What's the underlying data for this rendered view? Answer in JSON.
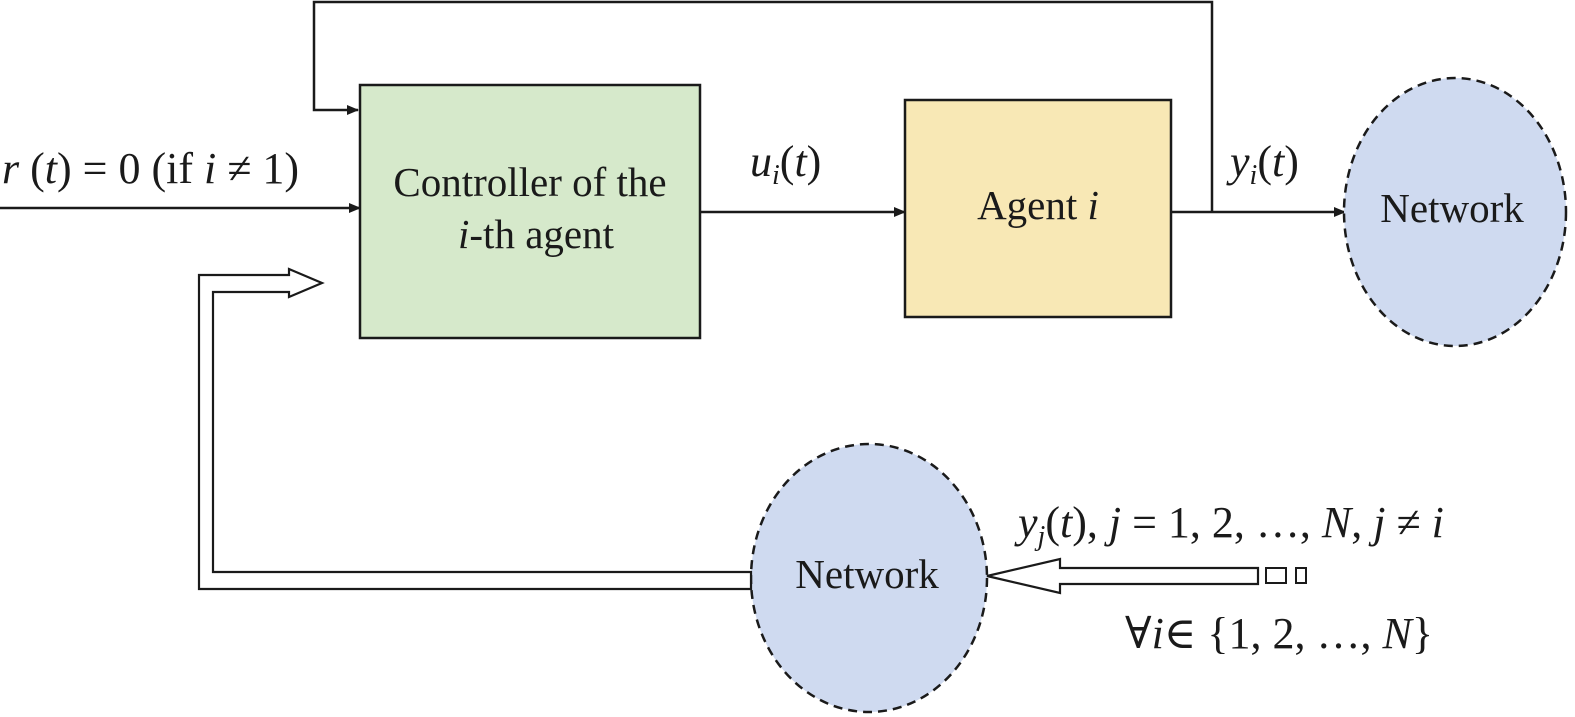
{
  "colors": {
    "controller_fill": "#d6e9cb",
    "agent_fill": "#f8e8b5",
    "network_fill": "#cfdaf0",
    "stroke": "#1a1a1a"
  },
  "input": {
    "r": "r",
    "t_open": " (",
    "t": "t",
    "eq": ") = 0 (if ",
    "i": "i",
    "neq": " ≠ 1)"
  },
  "controller": {
    "line1": "Controller of the",
    "line2_i": "i",
    "line2_rest": "-th agent"
  },
  "control_signal": {
    "u": "u",
    "sub": "i",
    "open": "(",
    "t": "t",
    "close": ")"
  },
  "agent": {
    "label": "Agent ",
    "i": "i"
  },
  "output_signal": {
    "y": "y",
    "sub": "i",
    "open": "(",
    "t": "t",
    "close": ")"
  },
  "network_right": {
    "label": "Network"
  },
  "network_bottom": {
    "label": "Network"
  },
  "neighbor_signal": {
    "y": "y",
    "sub": "j",
    "open": "(",
    "t": "t",
    "mid": "), ",
    "j1": "j",
    "eq": " = 1, 2, …, ",
    "N": "N",
    "comma": ",  ",
    "j2": "j",
    "neq": " ≠ ",
    "i": "i"
  },
  "forall": {
    "sym": "∀",
    "i": "i",
    "in": "∈ {1, 2, …, ",
    "N": "N",
    "close": "}"
  }
}
